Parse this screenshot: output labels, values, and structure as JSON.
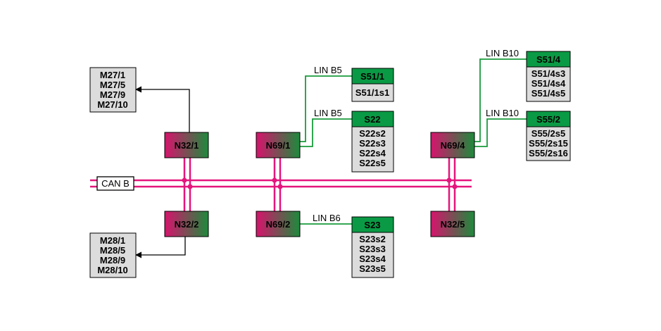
{
  "bus": {
    "label": "CAN B"
  },
  "colors": {
    "bus": "#e4157c",
    "lin": "#1a9b3c",
    "ecu_start": "#d6136c",
    "ecu_end": "#1d8a3c",
    "switch_header": "#0a9a45",
    "box_fill": "#dcdcdc",
    "wire": "#000000"
  },
  "ecus": {
    "n32_1": "N32/1",
    "n32_2": "N32/2",
    "n69_1": "N69/1",
    "n69_2": "N69/2",
    "n69_4": "N69/4",
    "n32_5": "N32/5"
  },
  "motors_upper": [
    "M27/1",
    "M27/5",
    "M27/9",
    "M27/10"
  ],
  "motors_lower": [
    "M28/1",
    "M28/5",
    "M28/9",
    "M28/10"
  ],
  "lin": {
    "b5_top": "LIN B5",
    "b5_mid": "LIN B5",
    "b6": "LIN B6",
    "b10_top": "LIN B10",
    "b10_mid": "LIN B10"
  },
  "switches": {
    "s51_1": {
      "title": "S51/1",
      "items": [
        "S51/1s1"
      ]
    },
    "s22": {
      "title": "S22",
      "items": [
        "S22s2",
        "S22s3",
        "S22s4",
        "S22s5"
      ]
    },
    "s23": {
      "title": "S23",
      "items": [
        "S23s2",
        "S23s3",
        "S23s4",
        "S23s5"
      ]
    },
    "s51_4": {
      "title": "S51/4",
      "items": [
        "S51/4s3",
        "S51/4s4",
        "S51/4s5"
      ]
    },
    "s55_2": {
      "title": "S55/2",
      "items": [
        "S55/2s5",
        "S55/2s15",
        "S55/2s16"
      ]
    }
  }
}
